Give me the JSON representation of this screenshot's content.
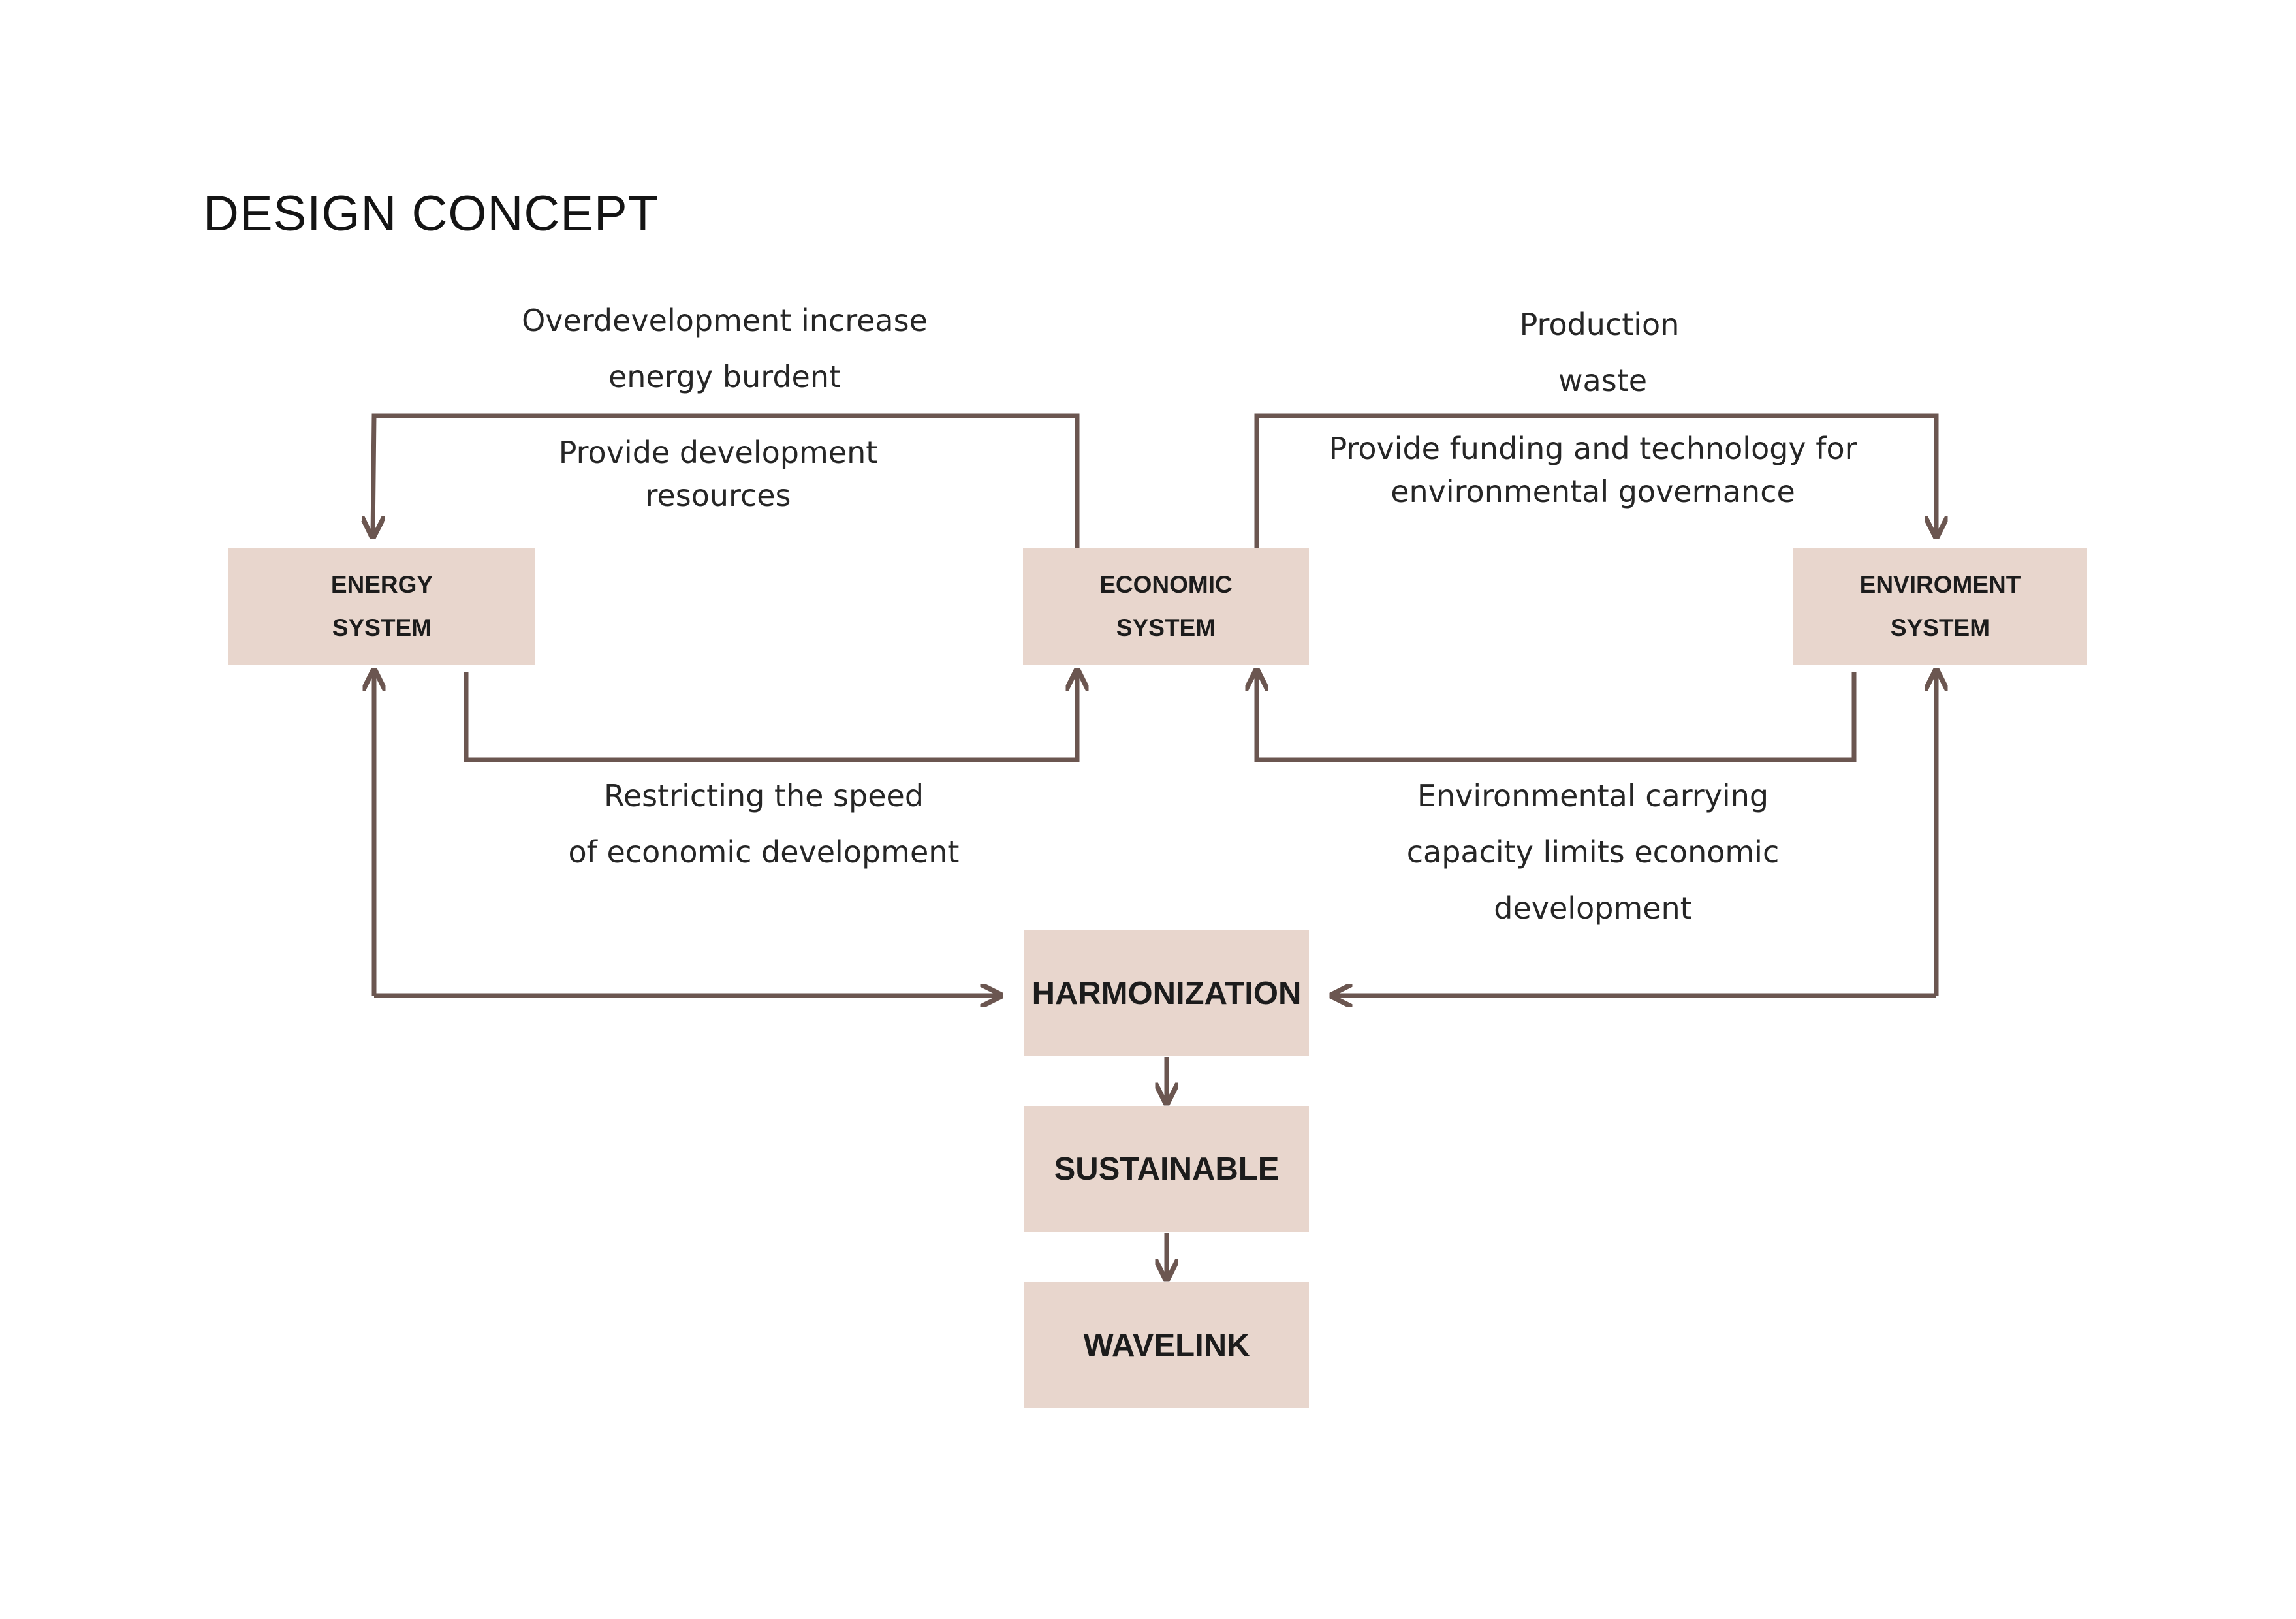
{
  "title": "DESIGN CONCEPT",
  "colors": {
    "box_fill": "#e8d6cd",
    "arrow": "#6b5650",
    "text": "#1c1c1c",
    "background": "#ffffff"
  },
  "boxes": {
    "energy": {
      "line1": "ENERGY",
      "line2": "SYSTEM"
    },
    "economic": {
      "line1": "ECONOMIC",
      "line2": "SYSTEM"
    },
    "environment": {
      "line1": "ENVIROMENT",
      "line2": "SYSTEM"
    },
    "harmonization": "HARMONIZATION",
    "sustainable": "SUSTAINABLE",
    "wavelink": "WAVELINK"
  },
  "labels": {
    "overdevelopment": {
      "line1": "Overdevelopment increase",
      "line2": "energy burdent"
    },
    "provide_resources": {
      "line1": "Provide development",
      "line2": "resources"
    },
    "production_waste": {
      "line1": "Production",
      "line2": "waste"
    },
    "provide_funding": {
      "line1": "Provide funding and technology for",
      "line2": "environmental governance"
    },
    "restricting_speed": {
      "line1": "Restricting the speed",
      "line2": "of economic development"
    },
    "carrying_capacity": {
      "line1": "Environmental carrying",
      "line2": "capacity limits economic",
      "line3": "development"
    }
  }
}
